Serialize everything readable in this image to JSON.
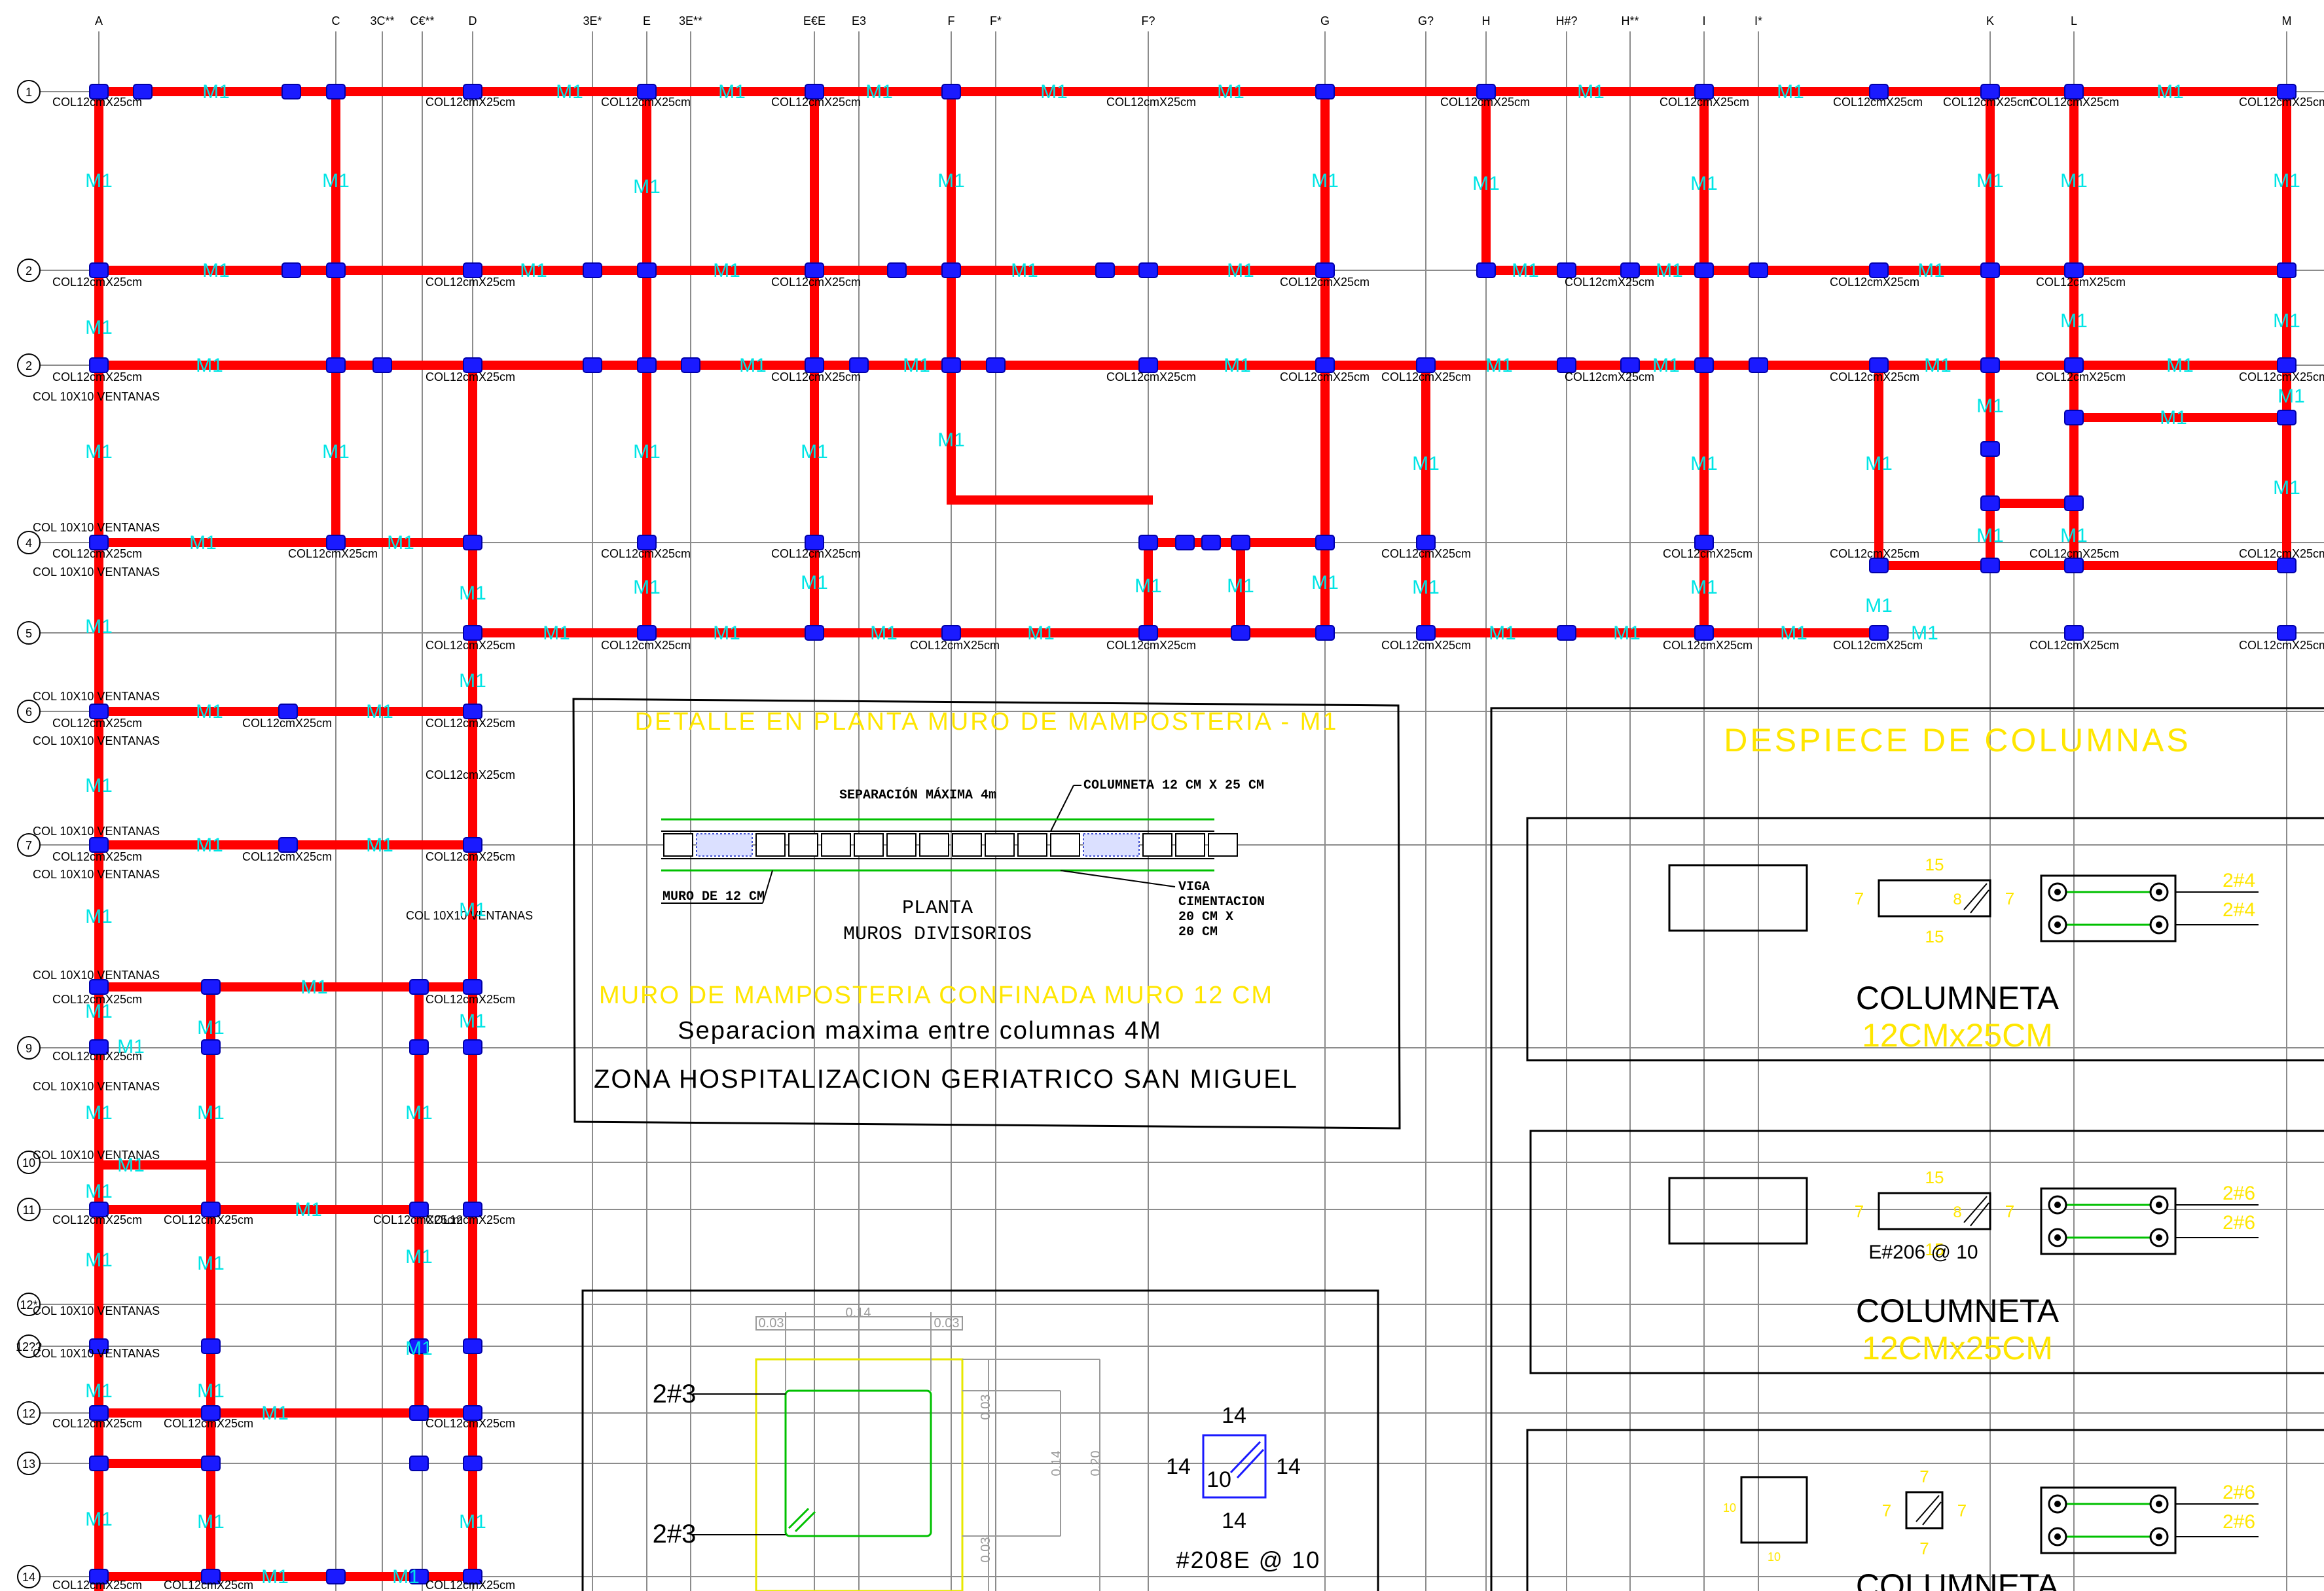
{
  "grid": {
    "columns": [
      "A",
      "C",
      "3C**",
      "C€**",
      "D",
      "3E*",
      "E",
      "3E**",
      "E€E",
      "E3",
      "F",
      "F*",
      "F?",
      "G",
      "G?",
      "H",
      "H#?",
      "H**",
      "I",
      "I*",
      "K",
      "L",
      "M"
    ],
    "rows": [
      "1",
      "2",
      "2",
      "4",
      "5",
      "6",
      "7",
      "9",
      "10",
      "11",
      "12*",
      "12??",
      "12",
      "13",
      "14"
    ]
  },
  "plan_labels": {
    "column_tag": "COL12cmX25cm",
    "window_column_tag": "COL 10X10 VENTANAS",
    "wall_tag": "M1"
  },
  "detail_m1": {
    "title": "DETALLE EN PLANTA MURO DE MAMPOSTERIA - M1",
    "separation_label": "SEPARACIÓN MÁXIMA 4m",
    "columneta_label": "COLUMNETA 12 CM X 25 CM",
    "wall_label": "MURO DE 12 CM",
    "plan_title_1": "PLANTA",
    "plan_title_2": "MUROS DIVISORIOS",
    "beam_label_1": "VIGA",
    "beam_label_2": "CIMENTACION",
    "beam_label_3": "20 CM X",
    "beam_label_4": "20 CM",
    "subtitle": "MURO DE MAMPOSTERIA CONFINADA MURO 12 CM",
    "note": "Separacion maxima entre columnas 4M",
    "zone": "ZONA HOSPITALIZACION GERIATRICO SAN MIGUEL"
  },
  "section_detail": {
    "dim_a": "0.03",
    "dim_b": "0.14",
    "dim_c": "0.03",
    "dim_v1": "0.03",
    "dim_v2": "0.14",
    "dim_v3": "0.20",
    "dim_v4": "0.03",
    "bar_top": "2#3",
    "bar_bottom": "2#3",
    "stirrup_top": "14",
    "stirrup_left": "14",
    "stirrup_right": "14",
    "stirrup_bottom": "14",
    "stirrup_hook": "10",
    "stirrup_spec": "#208E @ 10"
  },
  "despiece": {
    "title": "DESPIECE DE COLUMNAS",
    "panels": [
      {
        "dim_top": "15",
        "dim_bottom": "15",
        "dim_left": "7",
        "dim_right": "7",
        "dim_hook": "8",
        "bar_1": "2#4",
        "bar_2": "2#4",
        "stirrup": "",
        "name": "COLUMNETA",
        "size": "12CMx25CM"
      },
      {
        "dim_top": "15",
        "dim_bottom": "15",
        "dim_left": "7",
        "dim_right": "7",
        "dim_hook": "8",
        "bar_1": "2#6",
        "bar_2": "2#6",
        "stirrup": "E#206 @ 10",
        "name": "COLUMNETA",
        "size": "12CMx25CM"
      },
      {
        "dim_top": "7",
        "dim_bottom": "7",
        "dim_left": "7",
        "dim_right": "7",
        "dim_hook": "",
        "bar_1": "2#6",
        "bar_2": "2#6",
        "stirrup": "",
        "dim_width": "10",
        "dim_height": "10",
        "name": "COLUMNETA",
        "size": ""
      }
    ]
  },
  "colors": {
    "wall": "#ff0000",
    "column": "#1a1aff",
    "label_cyan": "#00e5e5",
    "title_yellow": "#ffe600",
    "rebar_green": "#00c000",
    "grid_line": "#8c8c8c"
  }
}
